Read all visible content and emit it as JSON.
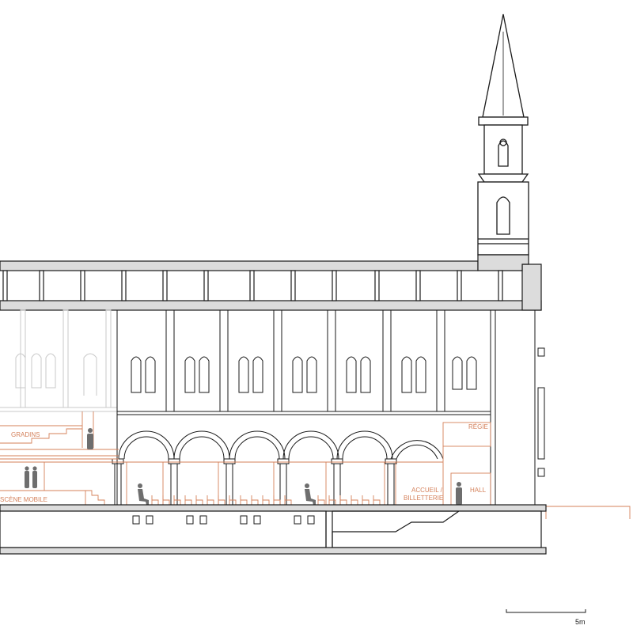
{
  "drawing": {
    "labels": {
      "gradins": "GRADINS",
      "regie": "RÉGIE",
      "scene_mobile": "SCÈNE MOBILE",
      "accueil_line1": "ACCUEIL /",
      "accueil_line2": "BILLETTERIE",
      "hall": "HALL"
    },
    "scale_bar": {
      "label": "5m"
    }
  },
  "colors": {
    "ink": "#1a1a1a",
    "wall_fill": "#dcdcdc",
    "ghost": "#c8c8c8",
    "room_line": "#d4805a",
    "person": "#6e6e6e",
    "background": "#ffffff"
  }
}
